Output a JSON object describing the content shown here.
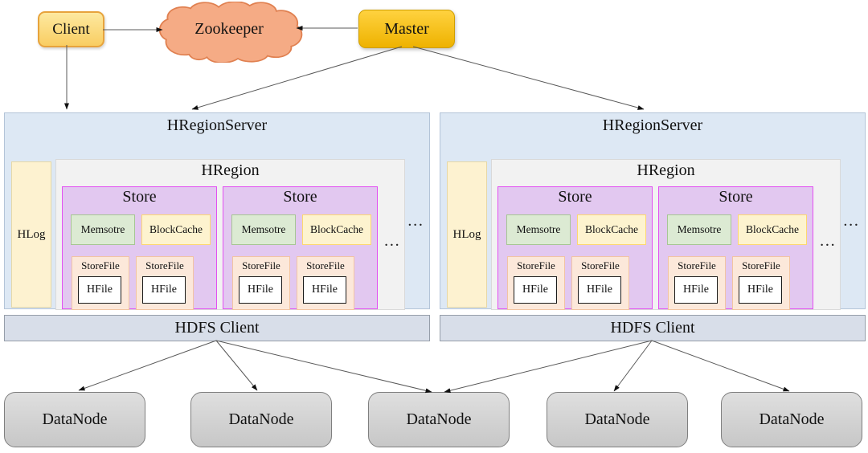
{
  "nodes": {
    "client": {
      "label": "Client"
    },
    "zookeeper": {
      "label": "Zookeeper"
    },
    "master": {
      "label": "Master"
    }
  },
  "servers": [
    {
      "title": "HRegionServer",
      "hlog_label": "HLog",
      "hregion": {
        "title": "HRegion",
        "stores": [
          {
            "title": "Store",
            "memstore_label": "Memsotre",
            "blockcache_label": "BlockCache",
            "storefiles": [
              {
                "label": "StoreFile",
                "hfile_label": "HFile"
              },
              {
                "label": "StoreFile",
                "hfile_label": "HFile"
              }
            ]
          },
          {
            "title": "Store",
            "memstore_label": "Memsotre",
            "blockcache_label": "BlockCache",
            "storefiles": [
              {
                "label": "StoreFile",
                "hfile_label": "HFile"
              },
              {
                "label": "StoreFile",
                "hfile_label": "HFile"
              }
            ]
          }
        ],
        "ellipsis": "..."
      },
      "server_ellipsis": "...",
      "hdfs_client_label": "HDFS Client"
    },
    {
      "title": "HRegionServer",
      "hlog_label": "HLog",
      "hregion": {
        "title": "HRegion",
        "stores": [
          {
            "title": "Store",
            "memstore_label": "Memsotre",
            "blockcache_label": "BlockCache",
            "storefiles": [
              {
                "label": "StoreFile",
                "hfile_label": "HFile"
              },
              {
                "label": "StoreFile",
                "hfile_label": "HFile"
              }
            ]
          },
          {
            "title": "Store",
            "memstore_label": "Memsotre",
            "blockcache_label": "BlockCache",
            "storefiles": [
              {
                "label": "StoreFile",
                "hfile_label": "HFile"
              },
              {
                "label": "StoreFile",
                "hfile_label": "HFile"
              }
            ]
          }
        ],
        "ellipsis": "..."
      },
      "server_ellipsis": "...",
      "hdfs_client_label": "HDFS Client"
    }
  ],
  "datanodes": [
    {
      "label": "DataNode"
    },
    {
      "label": "DataNode"
    },
    {
      "label": "DataNode"
    },
    {
      "label": "DataNode"
    },
    {
      "label": "DataNode"
    }
  ],
  "colors": {
    "client-fill-top": "#fde9a0",
    "client-fill-bottom": "#f9cd62",
    "client-border": "#e7a33c",
    "master-fill-top": "#ffd23f",
    "master-fill-bottom": "#eeb200",
    "master-border": "#cf9e00",
    "cloud-fill": "#f5ab85",
    "cloud-border": "#e08050",
    "server-fill": "#dde8f4",
    "server-border": "#b3c4d8",
    "hlog-fill": "#fdf2d0",
    "hlog-border": "#e6d8a6",
    "hregion-fill": "#f2f2f2",
    "hregion-border": "#d9d9d9",
    "store-fill": "#e2c8f0",
    "store-border": "#e34ff2",
    "memstore-fill": "#dcead3",
    "memstore-border": "#a6c693",
    "blockcache-fill": "#fdf3cf",
    "blockcache-border": "#fdd870",
    "storefile-fill": "#fce8da",
    "storefile-border": "#f2c4a2",
    "hfile-fill": "#ffffff",
    "hfile-border": "#1a1a1a",
    "hdfs-fill": "#d8dee9",
    "hdfs-border": "#969ea9",
    "datanode-fill-top": "#dfdfdf",
    "datanode-fill-bottom": "#c7c7c7",
    "datanode-border": "#7f7f7f",
    "line-color": "#595959"
  }
}
